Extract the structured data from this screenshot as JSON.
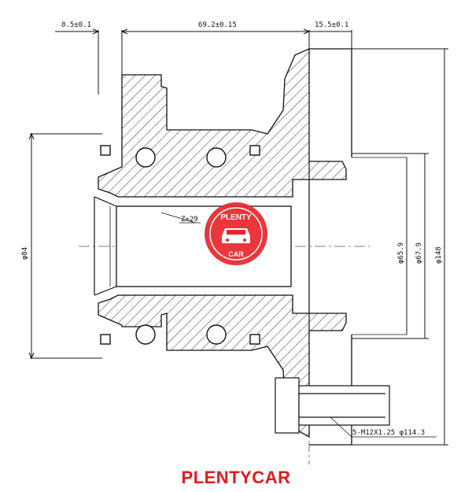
{
  "drawing": {
    "dimensions": {
      "top": [
        "8.5±0.1",
        "69.2±0.15",
        "15.5±0.1"
      ],
      "left_dia": "φ84",
      "right_dia": [
        "φ65.9",
        "φ67.9",
        "φ148"
      ],
      "spline": "Z=29",
      "bolt": "5-M12X1.25 φ114.3"
    }
  },
  "watermark": {
    "top_text": "PLENTY",
    "bottom_text": "CAR",
    "color": "#e8252b"
  },
  "caption": {
    "text": "PLENTYCAR",
    "color": "#e01b1b"
  }
}
